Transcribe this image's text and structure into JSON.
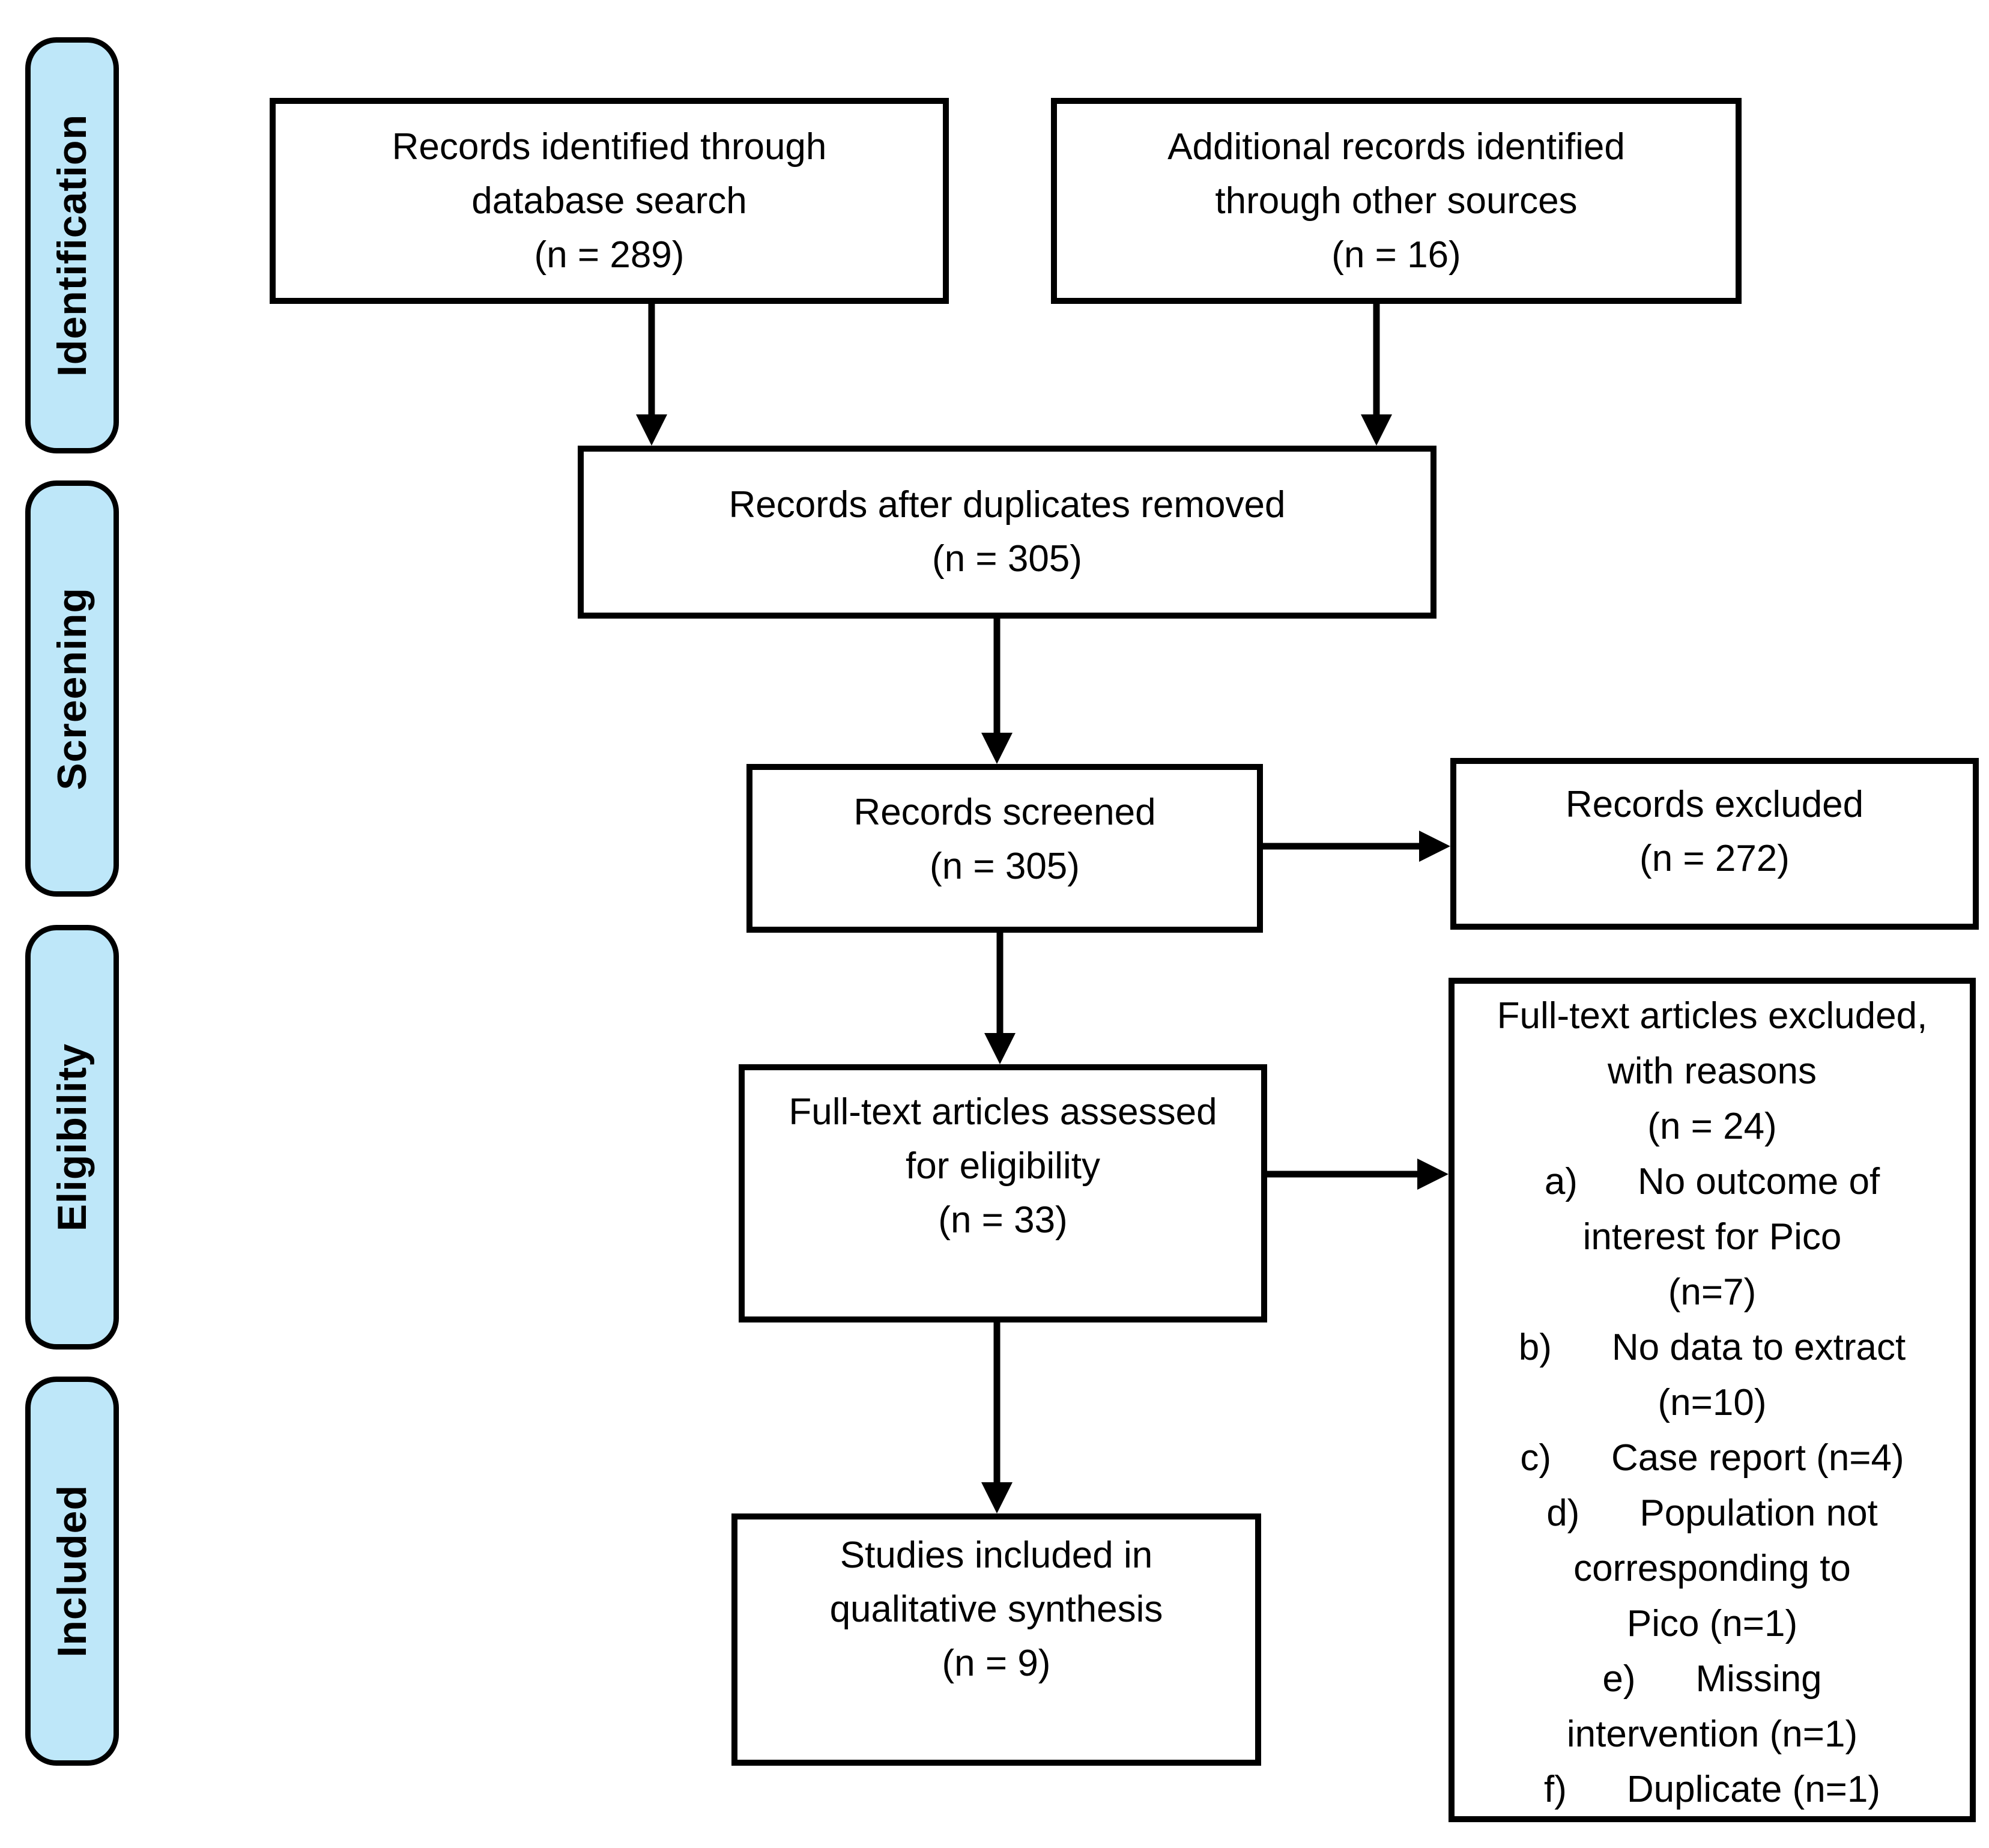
{
  "diagram": {
    "type": "prisma-flow",
    "colors": {
      "stage_fill": "#bee7f9",
      "stage_border": "#000000",
      "box_border": "#000000",
      "text": "#000000",
      "arrow": "#000000",
      "background": "#ffffff"
    },
    "stages": [
      {
        "label": "Identification"
      },
      {
        "label": "Screening"
      },
      {
        "label": "Eligibility"
      },
      {
        "label": "Included"
      }
    ],
    "boxes": {
      "identified": {
        "text": "Records identified through\ndatabase search\n(n = 289)"
      },
      "additional": {
        "text": "Additional records identified\nthrough other sources\n(n = 16)"
      },
      "deduplicated": {
        "text": "Records after duplicates removed\n(n = 305)"
      },
      "screened": {
        "text": "Records screened\n(n = 305)"
      },
      "records_excluded": {
        "text": "Records excluded\n(n = 272)"
      },
      "fulltext_assessed": {
        "text": "Full-text articles assessed\nfor eligibility\n(n = 33)"
      },
      "included_studies": {
        "text": "Studies included in\nqualitative synthesis\n(n = 9)"
      },
      "fulltext_excluded": {
        "title": "Full-text articles excluded,\nwith reasons\n(n = 24)",
        "reasons": [
          {
            "label": "a)",
            "text": "No outcome of\ninterest for Pico\n(n=7)"
          },
          {
            "label": "b)",
            "text": "No data to extract\n(n=10)"
          },
          {
            "label": "c)",
            "text": "Case report (n=4)"
          },
          {
            "label": "d)",
            "text": "Population not\ncorresponding to\nPico (n=1)"
          },
          {
            "label": "e)",
            "text": "Missing\nintervention (n=1)"
          },
          {
            "label": "f)",
            "text": "Duplicate (n=1)"
          }
        ]
      }
    }
  }
}
